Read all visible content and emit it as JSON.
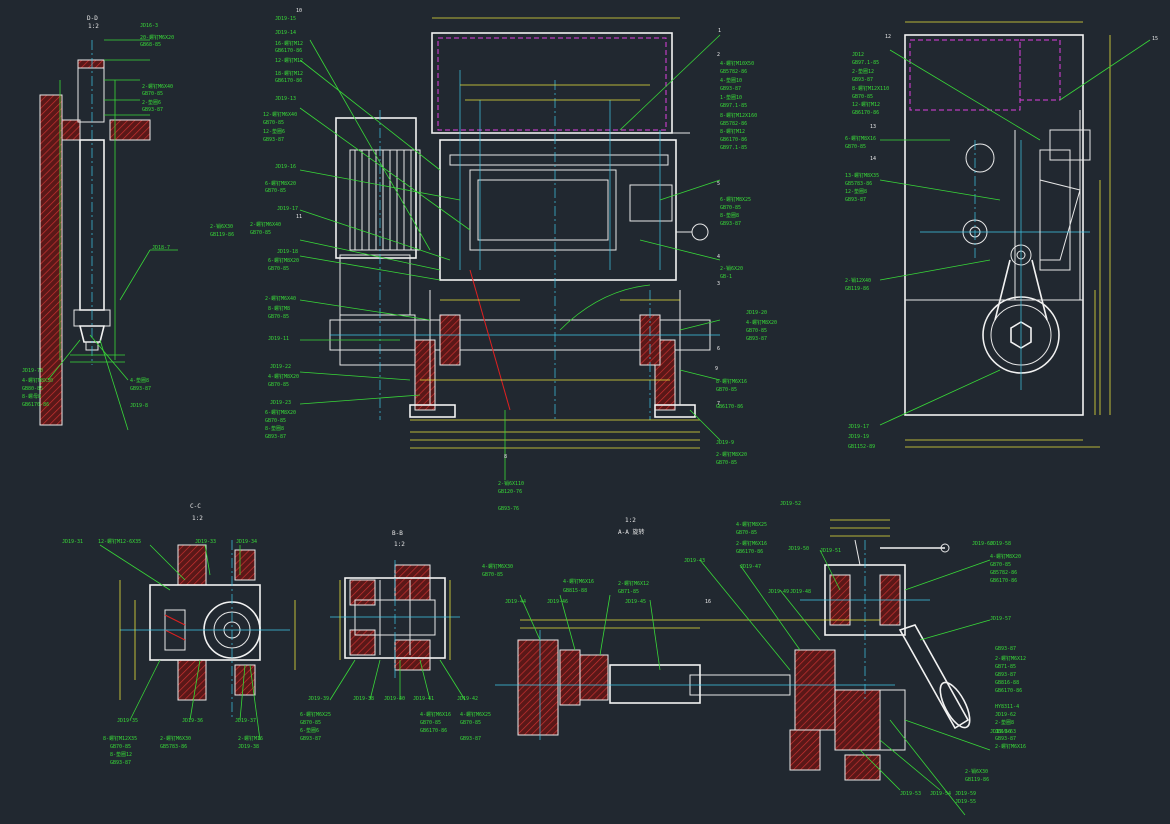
{
  "views": {
    "section_c": {
      "title": "C-C",
      "scale": "1:2"
    },
    "section_b": {
      "title": "B-B",
      "scale": "1:2"
    },
    "section_a": {
      "title": "A-A",
      "scale": "1:2",
      "label": "A-A 旋转"
    },
    "section_d": {
      "title": "D-D",
      "scale": "1:2"
    }
  },
  "callouts": {
    "top_left": [
      "JD16-3",
      "20-螺钉M6X20",
      "GB68-85",
      "2-螺钉M6X40",
      "GB70-85",
      "2-垫圈6",
      "GB93-87",
      "JD18-7",
      "JD19-70",
      "4-螺钉M8X30",
      "GB80-85",
      "8-螺母8",
      "GB6170-86",
      "4-垫圈8",
      "GB93-87",
      "JD19-8"
    ],
    "main_left": [
      "JD19-15",
      "JD19-14",
      "16-螺钉M12",
      "GB6170-86",
      "12-螺钉M12",
      "18-螺钉M12",
      "GB6170-86",
      "JD19-13",
      "12-螺钉M6X40",
      "GB70-85",
      "12-垫圈6",
      "GB93-87",
      "JD19-16",
      "6-螺钉M8X20",
      "GB70-85",
      "JD19-17",
      "2-螺钉M6X40",
      "GB70-85",
      "2-销6X30",
      "GB119-86",
      "JD19-18",
      "6-螺钉M8X20",
      "GB70-85",
      "2-螺钉M6X40",
      "8-螺钉M8",
      "GB70-85",
      "JD19-11",
      "JD19-22",
      "4-螺钉M8X20",
      "GB70-85",
      "JD19-23",
      "6-螺钉M8X20",
      "GB70-85",
      "8-垫圈8",
      "GB93-87"
    ],
    "main_right": [
      "4-螺钉M10X50",
      "GB5782-86",
      "4-垫圈10",
      "GB93-87",
      "1-垫圈10",
      "GB97.1-85",
      "8-螺钉M12X160",
      "GB5782-86",
      "8-螺钉M12",
      "GB6170-86",
      "GB97.1-85",
      "6-螺钉M8X25",
      "GB70-85",
      "8-垫圈8",
      "GB93-87",
      "2-销6X20",
      "GB-1",
      "JD19-20",
      "4-螺钉M8X20",
      "GB70-85",
      "GB93-87",
      "8-螺钉M6X16",
      "GB70-85",
      "GB6170-86",
      "JD19-9",
      "2-螺钉M8X20",
      "GB70-85"
    ],
    "main_bottom": [
      "2-销6X110",
      "GB120-76",
      "GB93-76"
    ],
    "side_view": [
      "JD12",
      "GB97.1-85",
      "2-垫圈12",
      "GB93-87",
      "8-螺钉M12X110",
      "GB70-85",
      "12-螺钉M12",
      "GB6170-86",
      "6-螺钉M8X16",
      "GB70-85",
      "13-螺钉M8X35",
      "GB5783-86",
      "12-垫圈8",
      "GB93-87",
      "2-销12X40",
      "GB119-86",
      "JD19-17",
      "JD19-19",
      "GB1152-89"
    ],
    "section_c": [
      "JD19-31",
      "12-螺钉M12-6X35",
      "JD19-33",
      "JD19-34",
      "JD19-35",
      "JD19-36",
      "JD19-37",
      "8-螺钉M12X35",
      "GB70-85",
      "8-垫圈12",
      "GB93-87",
      "2-螺钉M6X30",
      "GB5783-86",
      "2-螺钉M16",
      "JD19-38"
    ],
    "section_b": [
      "JD19-39",
      "JD19-38",
      "JD19-40",
      "JD19-41",
      "JD19-42",
      "6-螺钉M6X25",
      "GB70-85",
      "6-垫圈6",
      "GB93-87",
      "4-螺钉M6X16",
      "GB70-85",
      "GB6170-86",
      "4-螺钉M6X25",
      "GB70-85",
      "GB93-87"
    ],
    "section_a": [
      "4-螺钉M6X30",
      "GB70-85",
      "JD19-44",
      "4-螺钉M6X16",
      "GB815-88",
      "2-螺钉M6X12",
      "GB71-85",
      "JD19-45",
      "JD19-46",
      "JD19-43",
      "JD19-47",
      "JD19-48",
      "JD19-49",
      "JD19-50",
      "JD19-51",
      "JD19-52",
      "4-螺钉M8X25",
      "GB70-85",
      "2-螺钉M6X16",
      "GB6170-86",
      "JD19-53",
      "JD19-54",
      "JD19-55",
      "JD19-56",
      "JD19-57",
      "JD19-58",
      "JD19-59",
      "2-销6X30",
      "GB119-86"
    ],
    "section_a_right": [
      "JD19-60",
      "4-螺钉M8X20",
      "GB70-85",
      "GB5782-86",
      "GB6170-86",
      "GB93-87",
      "2-螺钉M6X12",
      "GB71-85",
      "GB93-87",
      "GB816-88",
      "GB6170-86",
      "HY8311-4",
      "2-垫圈8",
      "GB93-87",
      "2-螺钉M6X16",
      "JD19-62",
      "JD19-63"
    ]
  },
  "item_numbers": [
    "1",
    "2",
    "3",
    "4",
    "5",
    "6",
    "7",
    "8",
    "9",
    "10",
    "11",
    "12",
    "13",
    "14",
    "15",
    "16"
  ]
}
